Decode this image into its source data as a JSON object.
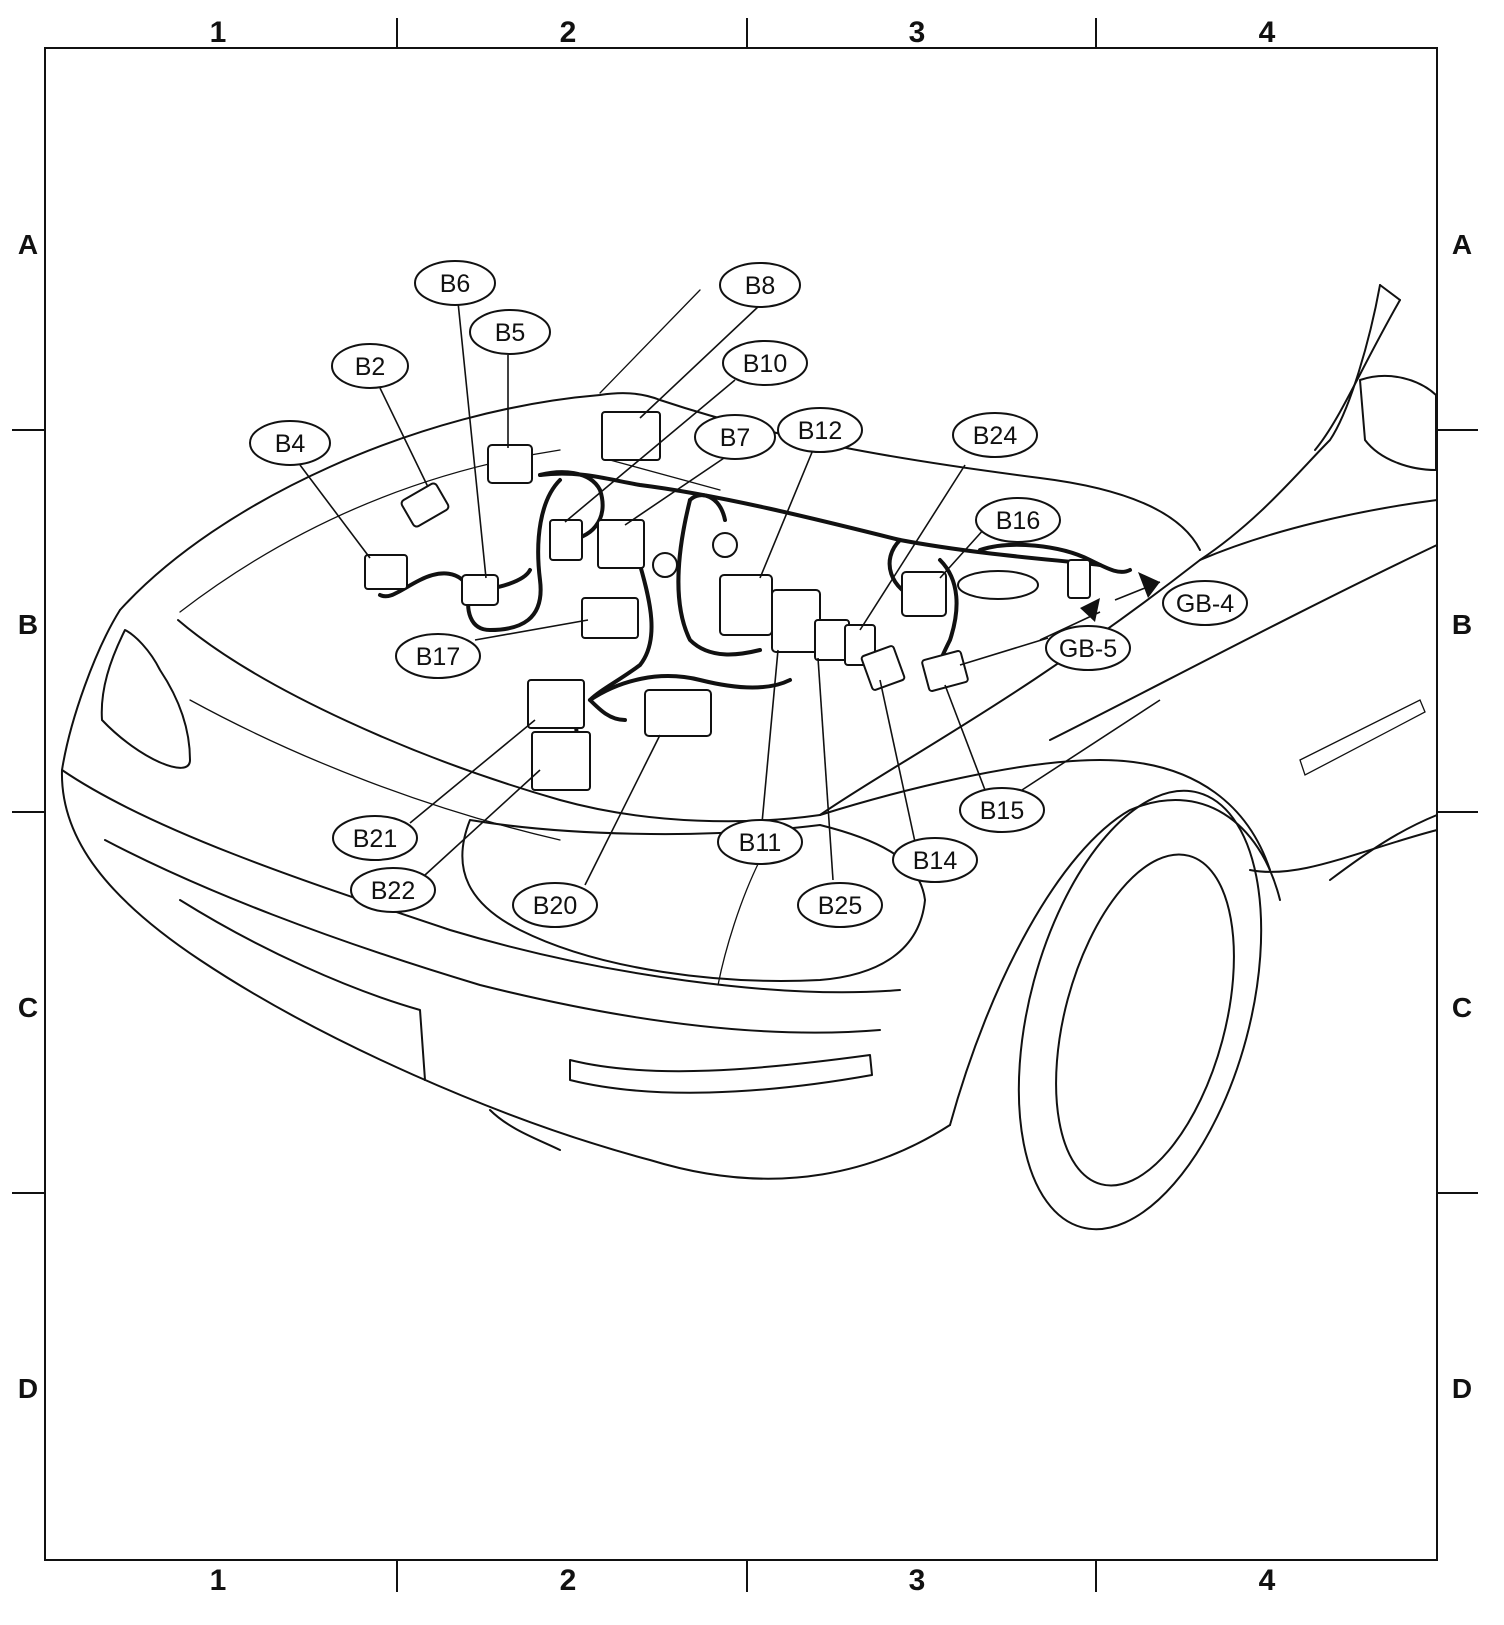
{
  "grid": {
    "columns": [
      "1",
      "2",
      "3",
      "4"
    ],
    "rows": [
      "A",
      "B",
      "C",
      "D"
    ]
  },
  "callouts": [
    {
      "id": "B2",
      "label": "B2"
    },
    {
      "id": "B4",
      "label": "B4"
    },
    {
      "id": "B5",
      "label": "B5"
    },
    {
      "id": "B6",
      "label": "B6"
    },
    {
      "id": "B7",
      "label": "B7"
    },
    {
      "id": "B8",
      "label": "B8"
    },
    {
      "id": "B10",
      "label": "B10"
    },
    {
      "id": "B11",
      "label": "B11"
    },
    {
      "id": "B12",
      "label": "B12"
    },
    {
      "id": "B14",
      "label": "B14"
    },
    {
      "id": "B15",
      "label": "B15"
    },
    {
      "id": "B16",
      "label": "B16"
    },
    {
      "id": "B17",
      "label": "B17"
    },
    {
      "id": "B20",
      "label": "B20"
    },
    {
      "id": "B21",
      "label": "B21"
    },
    {
      "id": "B22",
      "label": "B22"
    },
    {
      "id": "B24",
      "label": "B24"
    },
    {
      "id": "B25",
      "label": "B25"
    },
    {
      "id": "GB-4",
      "label": "GB-4"
    },
    {
      "id": "GB-5",
      "label": "GB-5"
    }
  ],
  "colors": {
    "line": "#111111",
    "background": "#ffffff"
  }
}
